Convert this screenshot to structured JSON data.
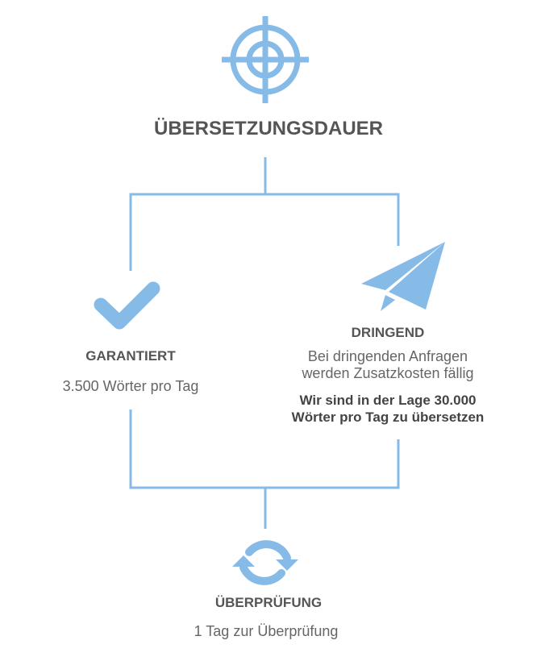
{
  "title": "ÜBERSETZUNGSDAUER",
  "colors": {
    "accent": "#86bbe8",
    "text": "#555555"
  },
  "left": {
    "icon": "check-icon",
    "heading": "GARANTIERT",
    "text": "3.500 Wörter pro Tag"
  },
  "right": {
    "icon": "paper-plane-icon",
    "heading": "DRINGEND",
    "text_line1": "Bei dringenden Anfragen",
    "text_line2": "werden Zusatzkosten fällig",
    "bold_line1": "Wir sind in der Lage 30.000",
    "bold_line2": "Wörter pro Tag zu übersetzen"
  },
  "bottom": {
    "icon": "refresh-icon",
    "heading": "ÜBERPRÜFUNG",
    "text": "1 Tag zur Überprüfung"
  }
}
